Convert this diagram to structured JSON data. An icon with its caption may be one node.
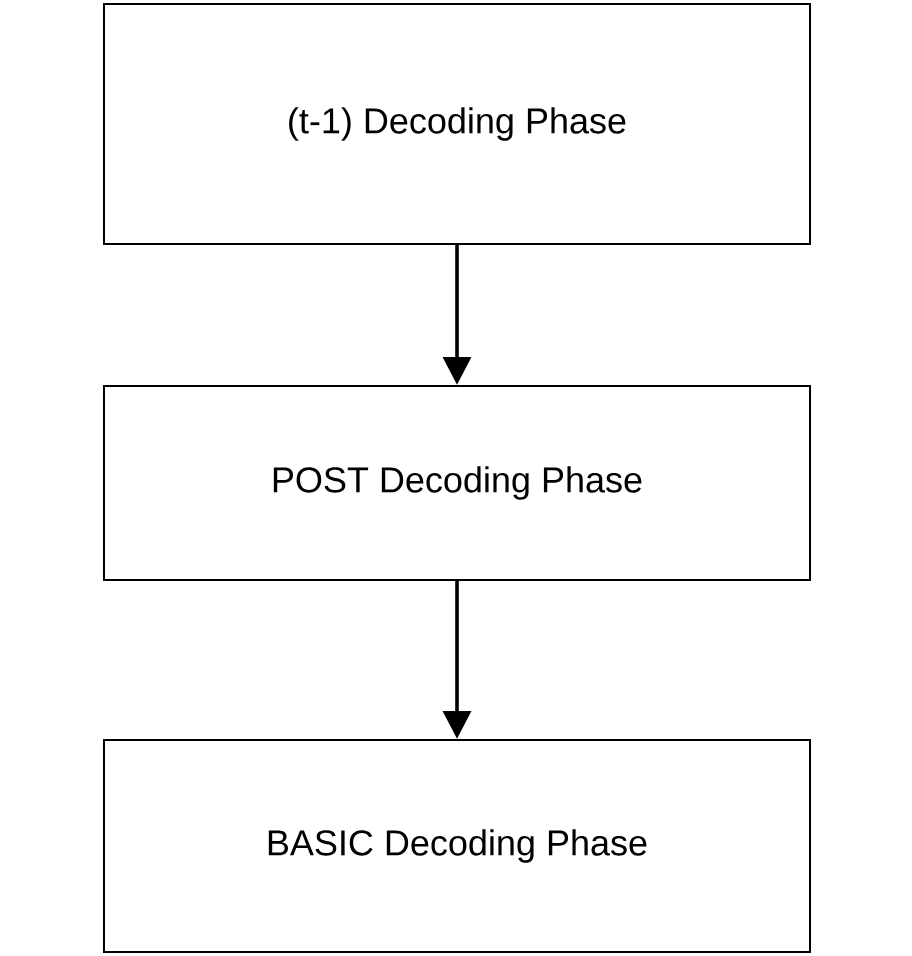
{
  "diagram": {
    "nodes": [
      {
        "text": [
          "(t-1) Decoding Phase"
        ]
      },
      {
        "text": [
          "POST Decoding Phase"
        ]
      },
      {
        "text": [
          "BASIC Decoding Phase"
        ]
      }
    ],
    "edges": [
      {
        "from": 0,
        "to": 1,
        "arrow": "to"
      },
      {
        "from": 1,
        "to": 2,
        "arrow": "to"
      }
    ]
  }
}
